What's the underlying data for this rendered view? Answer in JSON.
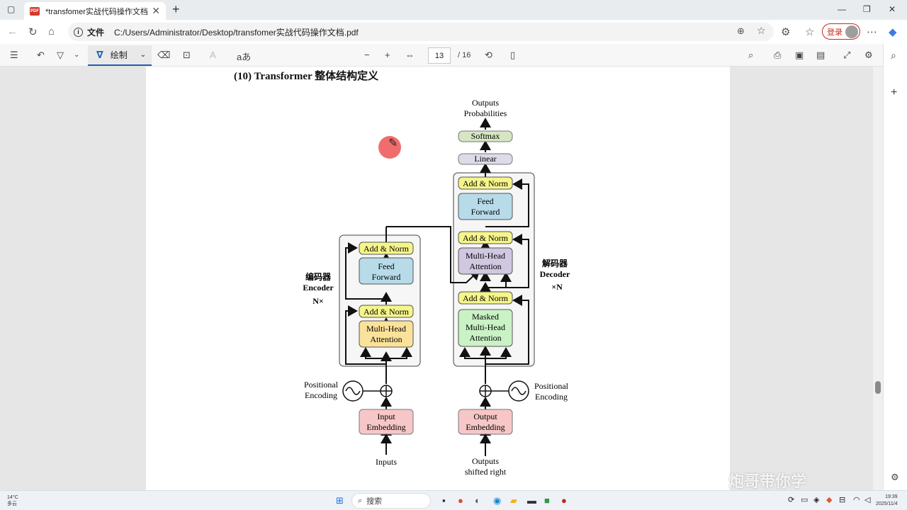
{
  "browser": {
    "tab_title": "*transfomer实战代码操作文档.pdf",
    "pdf_badge": "PDF",
    "file_label": "文件",
    "url": "C:/Users/Administrator/Desktop/transfomer实战代码操作文档.pdf",
    "login_label": "登录"
  },
  "pdf_toolbar": {
    "draw_label": "绘制",
    "read_aloud": "aあ",
    "current_page": "13",
    "total_pages": "/ 16"
  },
  "document": {
    "heading": "(10) Transformer 整体结构定义"
  },
  "diagram": {
    "outputs_probs": [
      "Outputs",
      "Probabilities"
    ],
    "softmax": "Softmax",
    "linear": "Linear",
    "add_norm": "Add & Norm",
    "feed_forward": [
      "Feed",
      "Forward"
    ],
    "multi_head": [
      "Multi-Head",
      "Attention"
    ],
    "masked_multi_head": [
      "Masked",
      "Multi-Head",
      "Attention"
    ],
    "encoder_label": [
      "编码器",
      "Encoder",
      "N×"
    ],
    "decoder_label": [
      "解码器",
      "Decoder",
      "×N"
    ],
    "positional_encoding": [
      "Positional",
      "Encoding"
    ],
    "input_embedding": [
      "Input",
      "Embedding"
    ],
    "output_embedding": [
      "Output",
      "Embedding"
    ],
    "inputs": "Inputs",
    "outputs_shifted": [
      "Outputs",
      "shifted right"
    ],
    "colors": {
      "add_norm": "#f5f58a",
      "feed_forward": "#b7dbe8",
      "enc_attention": "#fbe29a",
      "dec_attention": "#d0c8e0",
      "masked_attention": "#c9f2c5",
      "embedding": "#f7c7c7",
      "softmax": "#d6e6c3",
      "linear": "#dcdce8"
    }
  },
  "taskbar": {
    "search_label": "搜索",
    "weather_temp": "14°C",
    "weather_desc": "多云",
    "time": "19:39",
    "date": "2025/11/4"
  },
  "watermark": "炮哥带你学"
}
